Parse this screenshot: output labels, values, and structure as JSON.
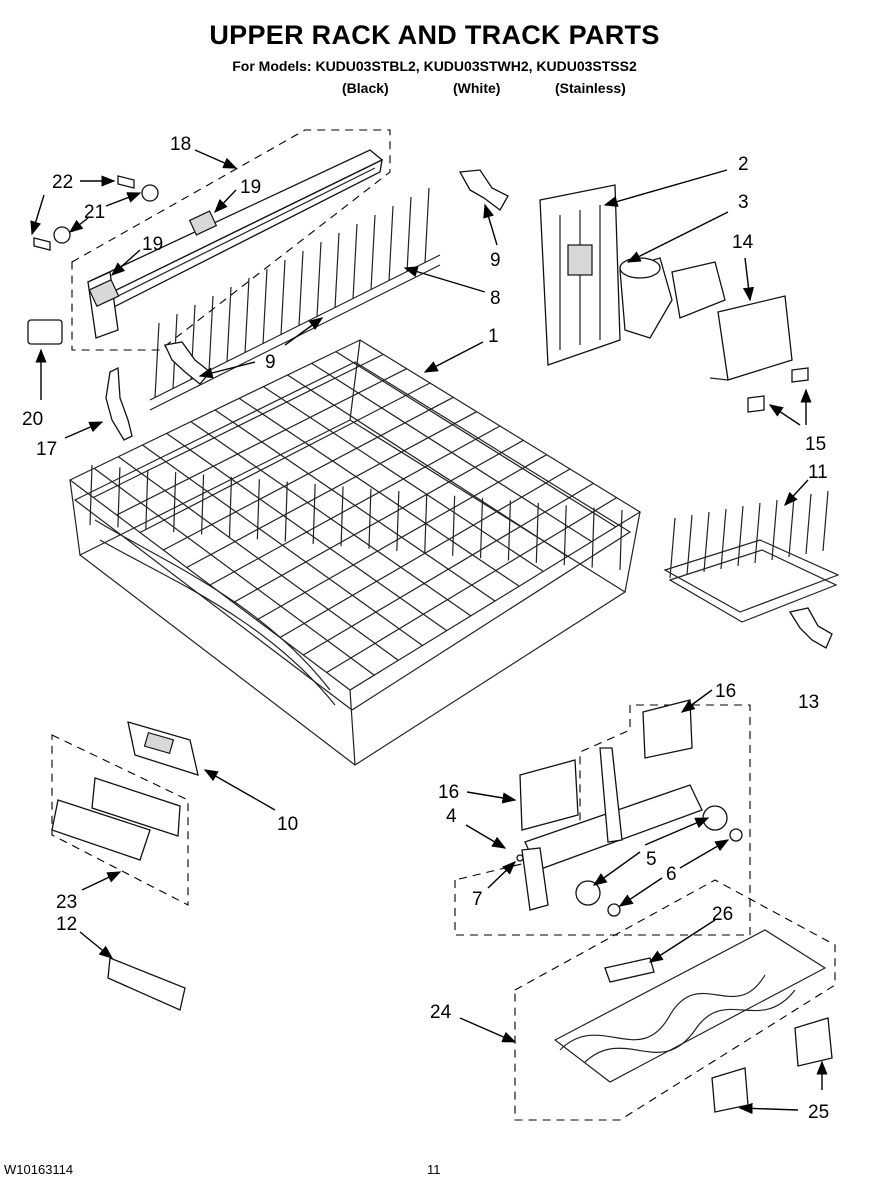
{
  "header": {
    "title": "UPPER RACK AND TRACK PARTS",
    "models_line": "For Models: KUDU03STBL2, KUDU03STWH2, KUDU03STSS2",
    "variants": [
      "(Black)",
      "(White)",
      "(Stainless)"
    ]
  },
  "footer": {
    "doc_number": "W10163114",
    "page_number": "11"
  },
  "callouts": [
    {
      "id": "c18",
      "label": "18"
    },
    {
      "id": "c22",
      "label": "22"
    },
    {
      "id": "c19a",
      "label": "19"
    },
    {
      "id": "c21",
      "label": "21"
    },
    {
      "id": "c19b",
      "label": "19"
    },
    {
      "id": "c9a",
      "label": "9"
    },
    {
      "id": "c8",
      "label": "8"
    },
    {
      "id": "c2",
      "label": "2"
    },
    {
      "id": "c3",
      "label": "3"
    },
    {
      "id": "c14",
      "label": "14"
    },
    {
      "id": "c1",
      "label": "1"
    },
    {
      "id": "c9b",
      "label": "9"
    },
    {
      "id": "c20",
      "label": "20"
    },
    {
      "id": "c17",
      "label": "17"
    },
    {
      "id": "c15",
      "label": "15"
    },
    {
      "id": "c11",
      "label": "11"
    },
    {
      "id": "c13",
      "label": "13"
    },
    {
      "id": "c16a",
      "label": "16"
    },
    {
      "id": "c10",
      "label": "10"
    },
    {
      "id": "c16b",
      "label": "16"
    },
    {
      "id": "c4",
      "label": "4"
    },
    {
      "id": "c5",
      "label": "5"
    },
    {
      "id": "c6",
      "label": "6"
    },
    {
      "id": "c7",
      "label": "7"
    },
    {
      "id": "c23",
      "label": "23"
    },
    {
      "id": "c12",
      "label": "12"
    },
    {
      "id": "c26",
      "label": "26"
    },
    {
      "id": "c24",
      "label": "24"
    },
    {
      "id": "c25",
      "label": "25"
    }
  ]
}
